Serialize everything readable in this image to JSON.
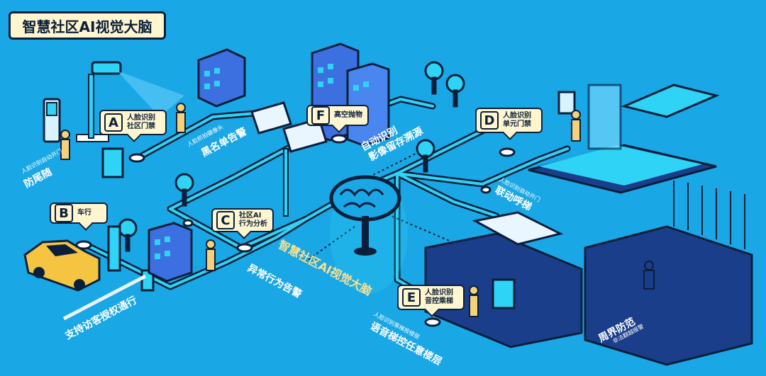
{
  "title": "智慧社区AI视觉大脑",
  "callouts": {
    "a": {
      "letter": "A",
      "line1": "人脸识别",
      "line2": "社区门禁"
    },
    "b": {
      "letter": "B",
      "line1": "车行",
      "line2": ""
    },
    "c": {
      "letter": "C",
      "line1": "社区AI",
      "line2": "行为分析"
    },
    "d": {
      "letter": "D",
      "line1": "人脸识别",
      "line2": "单元门禁"
    },
    "e": {
      "letter": "E",
      "line1": "人脸识别",
      "line2": "音控乘梯"
    },
    "f": {
      "letter": "F",
      "line1": "高空抛物",
      "line2": ""
    }
  },
  "labels": {
    "antitail": "防尾随",
    "antitail_sub": "人脸识别自动开门",
    "blacklist": "黑名单告警",
    "blacklist_sub": "人脸抓拍摄像头",
    "autotrace": "自动识别",
    "autotrace2": "影像留存溯源",
    "linked_elevator": "联动呼梯",
    "linked_elevator_sub": "人脸识别自动开门",
    "visitor": "支持访客授权通行",
    "abnormal": "异常行为告警",
    "center": "智慧社区AI视觉大脑",
    "voice_elevator": "语音梯控任意楼层",
    "voice_elevator_sub": "人脸识别乘梯按楼层",
    "perimeter": "周界防范",
    "perimeter_sub": "非法翻越报警"
  },
  "colors": {
    "background": "#1aa7e6",
    "navy": "#0b1f3a",
    "callout_fill": "#fff5cf",
    "cyan": "#2fd3f5",
    "car": "#f5c542"
  }
}
